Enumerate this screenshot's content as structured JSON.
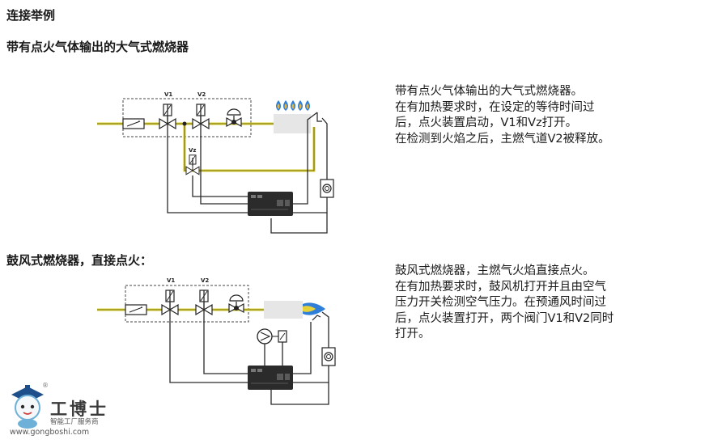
{
  "headings": {
    "main": "连接举例",
    "atmospheric": "带有点火气体输出的大气式燃烧器",
    "fan": "鼓风式燃烧器，直接点火："
  },
  "diagram1": {
    "labels": {
      "v1": "V1",
      "v2": "V2",
      "vz": "Vz"
    },
    "description": [
      "带有点火气体输出的大气式燃烧器。",
      "在有加热要求时，在设定的等待时间过",
      "后，点火装置启动，V1和Vz打开。",
      "在检测到火焰之后，主燃气道V2被释放。"
    ]
  },
  "diagram2": {
    "labels": {
      "v1": "V1",
      "v2": "V2"
    },
    "description": [
      "鼓风式燃烧器，主燃气火焰直接点火。",
      "在有加热要求时，鼓风机打开并且由空气",
      "压力开关检测空气压力。在预通风时间过",
      "后，点火装置打开，两个阀门V1和V2同时",
      "打开。"
    ]
  },
  "logo": {
    "name": "工博士",
    "tagline": "智能工厂服务商",
    "url": "www.gongboshi.com",
    "registered": "®"
  },
  "colors": {
    "gas_line": "#d9cc2a",
    "wire": "#2a2a2a",
    "flame": "#2f7fd8",
    "burner": "#e6e6e6",
    "controller": "#2b2b2b"
  }
}
